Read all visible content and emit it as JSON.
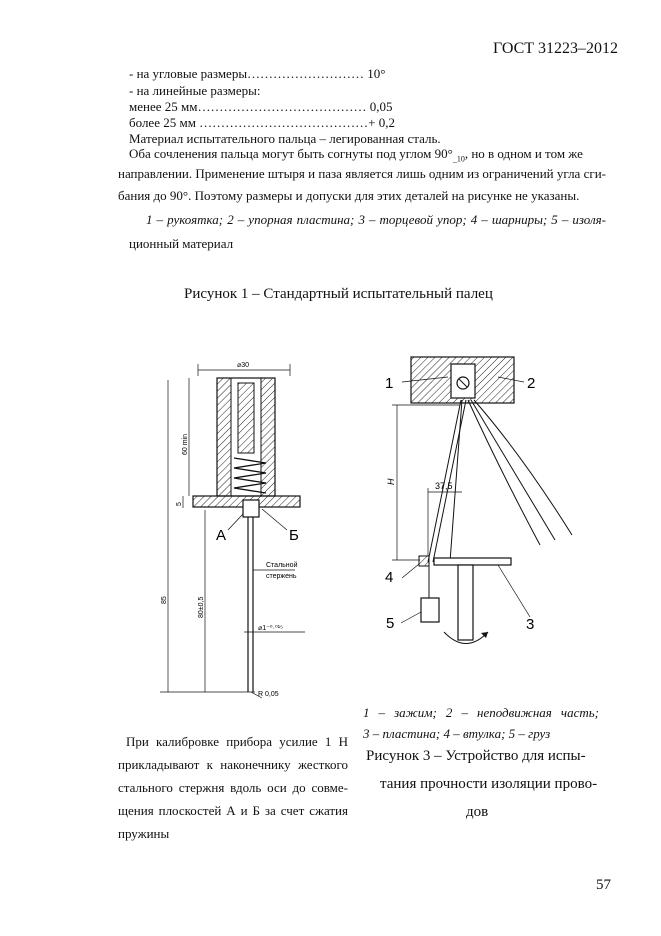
{
  "header": {
    "standard": "ГОСТ 31223–2012"
  },
  "tolerances": {
    "angular": "- на угловые размеры……………………… 10°",
    "linear": "- на линейные размеры:",
    "lt25": "менее 25 мм…………………………………  0,05",
    "gt25": "более 25 мм …………………………………+ 0,2",
    "material": "Материал испытательного пальца – легированная сталь."
  },
  "paragraph": {
    "line1": "Оба сочленения пальца могут быть согнуты под углом 90°",
    "line1_sub": "_10",
    "line1_end": ", но в одном и том же",
    "line2": "направлении. Применение штыря и паза является лишь одним из ограничений угла сги-",
    "line3": "бания до 90°. Поэтому размеры и допуски для этих деталей на рисунке не указаны."
  },
  "legend1": {
    "line1": "1 – рукоятка; 2 – упорная пластина; 3 – торцевой упор; 4 – шарниры; 5 – изоля-",
    "line2": "ционный материал"
  },
  "figure1_caption": "Рисунок 1 – Стандартный испытательный палец",
  "left_drawing": {
    "dim_diameter": "⌀30",
    "dim_60": "60 min",
    "dim_5": "5",
    "dim_85": "85",
    "dim_80": "80±0,5",
    "label_a": "А",
    "label_b": "Б",
    "rod_label_1": "Стальной",
    "rod_label_2": "стержень",
    "rod_dia": "⌀1⁻⁰·⁰¹⁵",
    "radius": "R 0,05"
  },
  "right_drawing": {
    "n1": "1",
    "n2": "2",
    "n3": "3",
    "n4": "4",
    "n5": "5",
    "dim_h": "Н",
    "dim_375": "37,5"
  },
  "calibration": {
    "line1": "При калибровке прибора усилие 1 Н",
    "line2": "прикладывают к наконечнику жесткого",
    "line3": "стального стержня вдоль оси до совме-",
    "line4": "щения плоскостей А и Б за счет сжатия",
    "line5": "пружины"
  },
  "legend3": {
    "line1": "1 – зажим; 2 – неподвижная часть;",
    "line2": "3 – пластина; 4 – втулка; 5 – груз"
  },
  "figure3_caption": {
    "line1": "Рисунок 3 – Устройство для испы-",
    "line2": "тания прочности изоляции прово-",
    "line3": "дов"
  },
  "page_number": "57"
}
